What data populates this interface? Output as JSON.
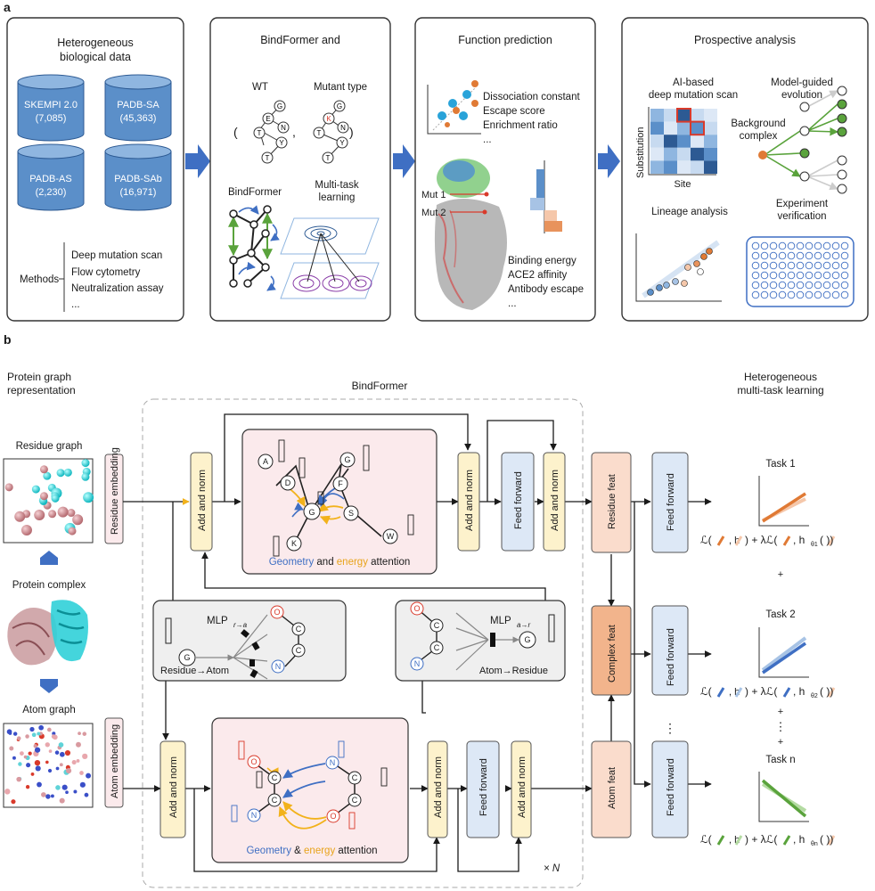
{
  "panel_a": {
    "label": "a",
    "box1": {
      "title_line1": "Heterogeneous",
      "title_line2": "biological data",
      "db1_name": "SKEMPI 2.0",
      "db1_count": "(7,085)",
      "db2_name": "PADB-SA",
      "db2_count": "(45,363)",
      "db3_name": "PADB-AS",
      "db3_count": "(2,230)",
      "db4_name": "PADB-SAb",
      "db4_count": "(16,971)",
      "methods_label": "Methods",
      "method1": "Deep mutation scan",
      "method2": "Flow cytometry",
      "method3": "Neutralization assay",
      "method_more": "..."
    },
    "box2": {
      "title": "BindFormer and",
      "wt_label": "WT",
      "mutant_label": "Mutant type",
      "bindformer_label": "BindFormer",
      "multitask_line1": "Multi-task",
      "multitask_line2": "learning",
      "paren_open": "(",
      "comma": ",",
      "paren_close": ")",
      "node_g": "G",
      "node_e": "E",
      "node_n": "N",
      "node_t": "T",
      "node_y": "Y",
      "node_k": "K"
    },
    "box3": {
      "title": "Function prediction",
      "item1": "Dissociation constant",
      "item2": "Escape score",
      "item3": "Enrichment ratio",
      "item_more": "...",
      "mut1": "Mut 1",
      "mut2": "Mut 2",
      "out1": "Binding energy",
      "out2": "ACE2 affinity",
      "out3": "Antibody escape",
      "out_more": "..."
    },
    "box4": {
      "title": "Prospective analysis",
      "scan_line1": "AI-based",
      "scan_line2": "deep mutation scan",
      "evo_line1": "Model-guided",
      "evo_line2": "evolution",
      "bg_line1": "Background",
      "bg_line2": "complex",
      "substitution": "Substitution",
      "site": "Site",
      "lineage": "Lineage analysis",
      "exp_line1": "Experiment",
      "exp_line2": "verification"
    }
  },
  "panel_b": {
    "label": "b",
    "left_title_line1": "Protein graph",
    "left_title_line2": "representation",
    "residue_graph": "Residue graph",
    "protein_complex": "Protein complex",
    "atom_graph": "Atom graph",
    "residue_embedding": "Residue embedding",
    "atom_embedding": "Atom embedding",
    "bindformer_title": "BindFormer",
    "add_norm": "Add and norm",
    "feed_forward": "Feed forward",
    "residue_feat": "Residue feat",
    "complex_feat": "Complex feat",
    "atom_feat": "Atom feat",
    "geo_energy_top_a": "Geometry",
    "geo_energy_top_b": " and ",
    "geo_energy_top_c": "energy",
    "geo_energy_top_d": " attention",
    "geo_energy_bot_a": "Geometry",
    "geo_energy_bot_b": " & ",
    "geo_energy_bot_c": "energy",
    "geo_energy_bot_d": " attention",
    "mlp_ra": "MLP",
    "mlp_ra_sub": "r→a",
    "mlp_ar": "MLP",
    "mlp_ar_sub": "a→r",
    "res_to_atom": "Residue→Atom",
    "atom_to_res": "Atom→Residue",
    "times_n": "× N",
    "right_title_line1": "Heterogeneous",
    "right_title_line2": "multi-task learning",
    "task1": "Task 1",
    "task2": "Task 2",
    "taskn": "Task n",
    "loss_prefix": "ℒ(",
    "loss_mid": ") + λℒ(",
    "loss_h": ", h",
    "loss_end": "( ))",
    "sub1": "θ1",
    "sub2": "θ2",
    "subn": "θn",
    "plus": "+",
    "vdots": "⋮",
    "dots": "⋮",
    "res_nodes": [
      "A",
      "D",
      "G",
      "F",
      "S",
      "K",
      "W",
      "G"
    ],
    "atom_nodes": [
      "O",
      "C",
      "C",
      "N",
      "C",
      "C",
      "O",
      "N"
    ]
  },
  "colors": {
    "blue_cyl": "#5b8fc9",
    "pink_box": "#fbeaec",
    "yellow_box": "#fdf2cc",
    "blue_box": "#dde8f6",
    "salmon_box": "#fadccc",
    "orange_box": "#f2b48c",
    "arrow_blue": "#3f6fc3",
    "green": "#5aa33c",
    "orange": "#e07a35",
    "yellow": "#f2b21b",
    "red": "#d93a2b"
  }
}
